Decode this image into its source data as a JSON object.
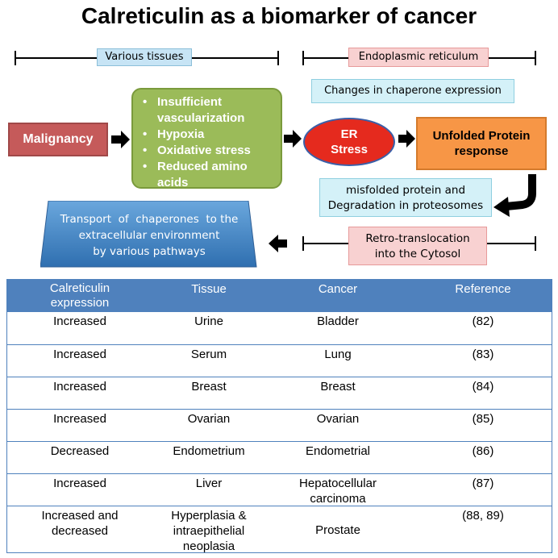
{
  "title": "Calreticulin as a biomarker of cancer",
  "labels": {
    "various_tissues": "Various tissues",
    "endoplasmic_reticulum": "Endoplasmic reticulum",
    "changes_chaperone": "Changes in chaperone expression",
    "malignancy": "Malignancy",
    "conditions": [
      "Insufficient vascularization",
      "Hypoxia",
      "Oxidative stress",
      "Reduced amino acids"
    ],
    "er_stress_line1": "ER",
    "er_stress_line2": "Stress",
    "upr_line1": "Unfolded Protein",
    "upr_line2": "response",
    "misfolded_line1": "misfolded protein and",
    "misfolded_line2": "Degradation in proteosomes",
    "retro_line1": "Retro-translocation",
    "retro_line2": "into the Cytosol",
    "transport_line1": "Transport  of  chaperones  to the",
    "transport_line2": "extracellular environment",
    "transport_line3": "by various pathways"
  },
  "colors": {
    "malignancy": "#c55a5a",
    "conditions": "#9bbb59",
    "er_stress": "#e52a1e",
    "upr": "#f79646",
    "transport": "#3d7fc1",
    "table_header": "#4f81bd"
  },
  "table": {
    "headers": [
      "Calreticulin expression",
      "Tissue",
      "Cancer",
      "Reference"
    ],
    "header_lines": [
      [
        "Calreticulin",
        "expression"
      ],
      [
        "Tissue"
      ],
      [
        "Cancer"
      ],
      [
        "Reference"
      ]
    ],
    "rows": [
      {
        "expression": [
          "Increased"
        ],
        "tissue": [
          "Urine"
        ],
        "cancer": [
          "Bladder"
        ],
        "reference": "(82)"
      },
      {
        "expression": [
          "Increased"
        ],
        "tissue": [
          "Serum"
        ],
        "cancer": [
          "Lung"
        ],
        "reference": "(83)"
      },
      {
        "expression": [
          "Increased"
        ],
        "tissue": [
          "Breast"
        ],
        "cancer": [
          "Breast"
        ],
        "reference": "(84)"
      },
      {
        "expression": [
          "Increased"
        ],
        "tissue": [
          "Ovarian"
        ],
        "cancer": [
          "Ovarian"
        ],
        "reference": "(85)"
      },
      {
        "expression": [
          "Decreased"
        ],
        "tissue": [
          "Endometrium"
        ],
        "cancer": [
          "Endometrial"
        ],
        "reference": "(86)"
      },
      {
        "expression": [
          "Increased"
        ],
        "tissue": [
          "Liver"
        ],
        "cancer": [
          "Hepatocellular",
          "carcinoma"
        ],
        "reference": "(87)"
      },
      {
        "expression": [
          "Increased and",
          "decreased"
        ],
        "tissue": [
          "Hyperplasia &",
          "intraepithelial",
          "neoplasia"
        ],
        "cancer": [
          "Prostate"
        ],
        "reference": "(88, 89)"
      }
    ]
  }
}
